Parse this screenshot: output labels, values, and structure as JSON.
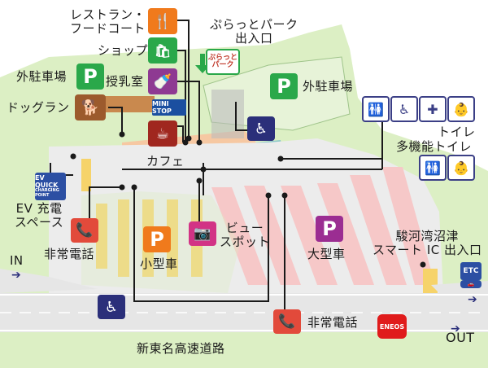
{
  "labels": {
    "restaurant": "レストラン・\nフードコート",
    "shop": "ショップ",
    "purapark": "ぷらっとパーク\n出入口",
    "parking_outer_left": "外駐車場",
    "nursing": "授乳室",
    "parking_outer_right": "外駐車場",
    "dogrun": "ドッグラン",
    "toilet": "トイレ",
    "multi_toilet": "多機能トイレ",
    "cafe": "カフェ",
    "ev_charging": "EV 充電\nスペース",
    "view_spot": "ビュー\nスポット",
    "emergency_phone_left": "非常電話",
    "small_car": "小型車",
    "large_car": "大型車",
    "smart_ic": "駿河湾沼津\nスマート IC 出入口",
    "in_label": "IN",
    "emergency_phone_bottom": "非常電話",
    "out_label": "OUT",
    "expressway": "新東名高速道路"
  },
  "icon_text": {
    "p": "P",
    "ev_quick": "EV QUICK",
    "charging_point": "CHARGING POINT",
    "mini_stop": "MINI STOP",
    "etc": "ETC",
    "eneos": "ENEOS",
    "purapark_sign": "ぷらっと\nパーク"
  },
  "icons": {
    "restaurant": "fork-knife-icon",
    "shop": "shopping-bag-icon",
    "nursing": "baby-bottle-icon",
    "cafe": "coffee-cup-icon",
    "dog": "dog-icon",
    "accessible": "wheelchair-icon",
    "phone": "phone-icon",
    "camera": "camera-icon",
    "toilet": "restroom-icon",
    "baby_changing": "baby-changing-icon",
    "first_aid": "first-aid-icon"
  },
  "colors": {
    "grass": "#dcefc4",
    "building": "#f6c8a2",
    "road": "#e2e2e2",
    "stripe_pink": "#f6c8c8",
    "stripe_yellow": "#f6d36a",
    "green_p": "#2aa84a",
    "orange_p": "#f07a1c",
    "purple_p": "#9b2d92"
  }
}
